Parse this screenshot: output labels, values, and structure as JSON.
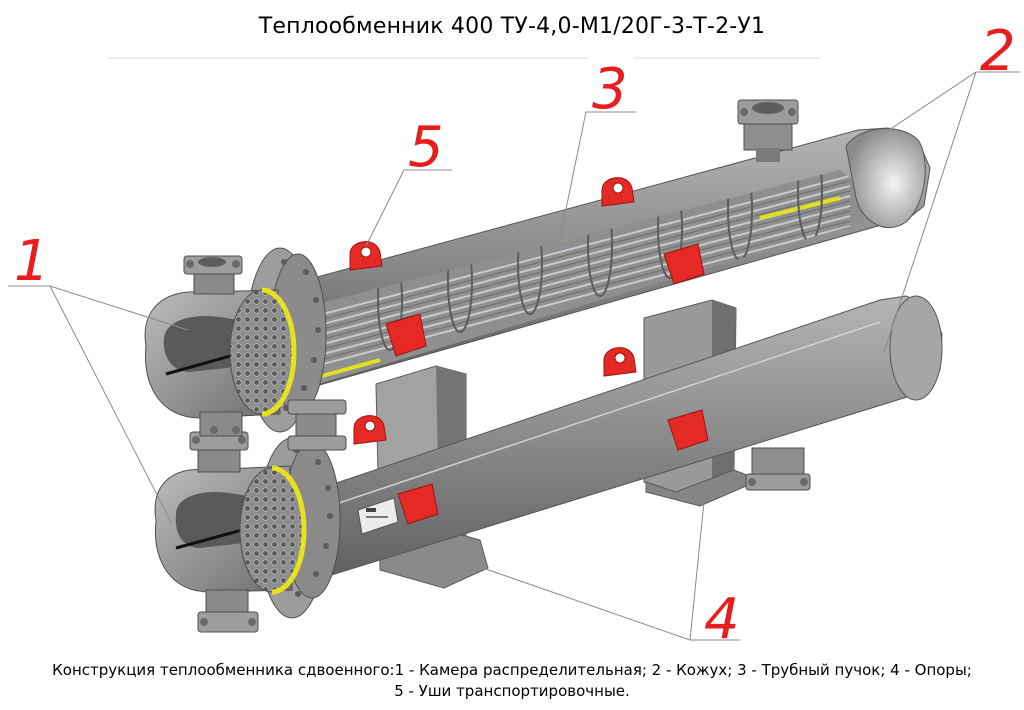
{
  "title": "Теплообменник 400 ТУ-4,0-М1/20Г-3-Т-2-У1",
  "callouts": {
    "c1": "1",
    "c2": "2",
    "c3": "3",
    "c4": "4",
    "c5": "5"
  },
  "caption": {
    "line1": "Конструкция теплообменника сдвоенного:1 - Камера распределительная; 2 - Кожух; 3 - Трубный пучок; 4 - Опоры;",
    "line2": "5 - Уши транспортировочные."
  },
  "colors": {
    "steel": "#8e8e8e",
    "lifting_lug": "#e52a25",
    "tube_highlight": "#e3e022",
    "callout": "#e81e1e"
  }
}
